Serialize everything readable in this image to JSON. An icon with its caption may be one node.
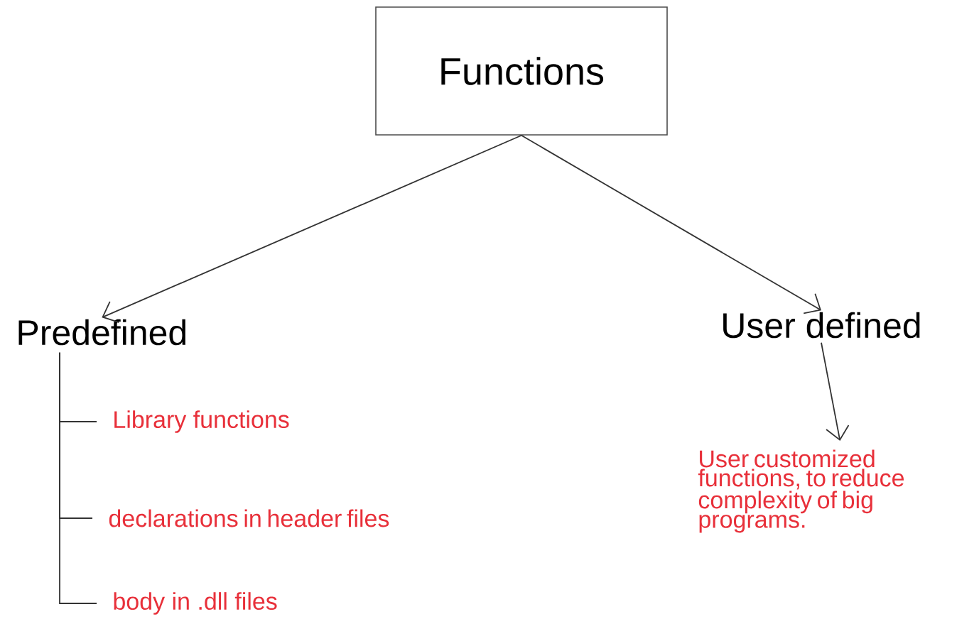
{
  "diagram": {
    "nodes": [
      {
        "text": [
          "Functions"
        ]
      },
      {
        "text": [
          "Predefined"
        ]
      },
      {
        "text": [
          "User defined"
        ]
      },
      {
        "text": [
          "Library functions"
        ]
      },
      {
        "text": [
          "declarations in header files"
        ]
      },
      {
        "text": [
          "body in .dll files"
        ]
      },
      {
        "text": [
          "User customized functions, to reduce complexity of big programs."
        ]
      }
    ],
    "edges": [
      {
        "from": 0,
        "to": 1,
        "arrow": "to"
      },
      {
        "from": 0,
        "to": 2,
        "arrow": "to"
      },
      {
        "from": 1,
        "to": 3,
        "arrow": "none"
      },
      {
        "from": 1,
        "to": 4,
        "arrow": "none"
      },
      {
        "from": 1,
        "to": 5,
        "arrow": "none"
      },
      {
        "from": 2,
        "to": 6,
        "arrow": "to"
      }
    ]
  }
}
